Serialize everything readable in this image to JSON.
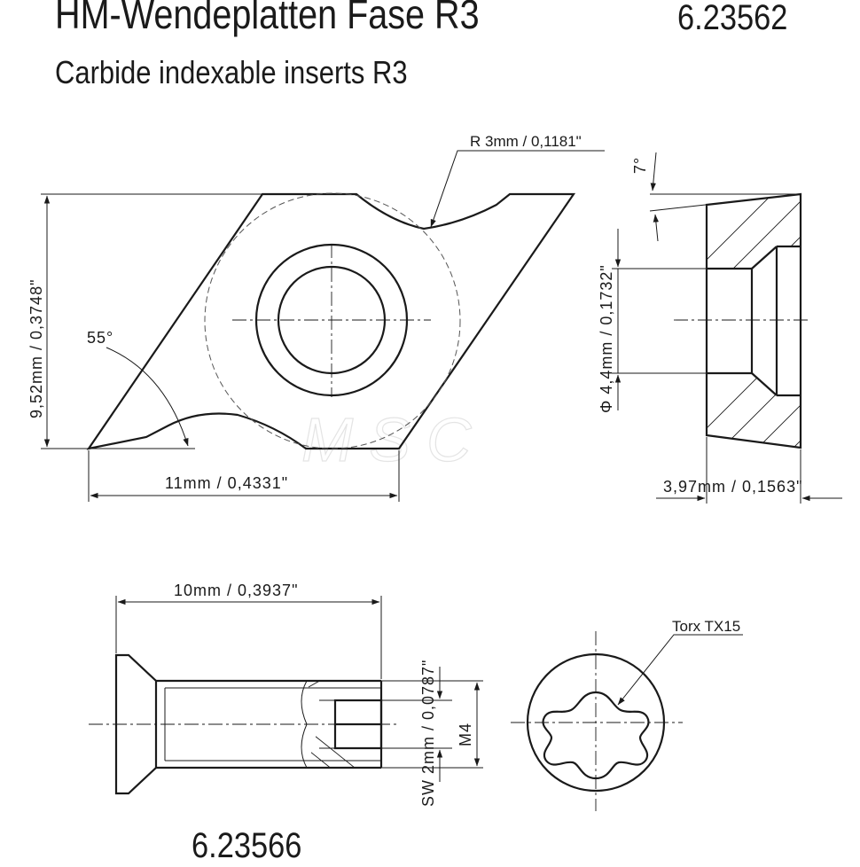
{
  "header": {
    "title": "HM-Wendeplatten Fase R3",
    "article_number": "6.23562",
    "subtitle": "Carbide indexable inserts R3"
  },
  "insert_drawing": {
    "corner_radius_label": "R 3mm / 0,1181\"",
    "height_label": "9,52mm / 0,3748\"",
    "angle_label": "55°",
    "width_label": "11mm / 0,4331\""
  },
  "insert_section": {
    "clearance_angle_label": "7°",
    "hole_diameter_label": "Φ 4,4mm / 0,1732\"",
    "thickness_label": "3,97mm / 0,1563\""
  },
  "screw_drawing": {
    "length_label": "10mm / 0,3937\"",
    "hex_key_label": "SW 2mm / 0,0787\"",
    "thread_label": "M4"
  },
  "screw_head": {
    "drive_label": "Torx TX15"
  },
  "footer": {
    "screw_article_number": "6.23566"
  },
  "watermark": "MSC"
}
